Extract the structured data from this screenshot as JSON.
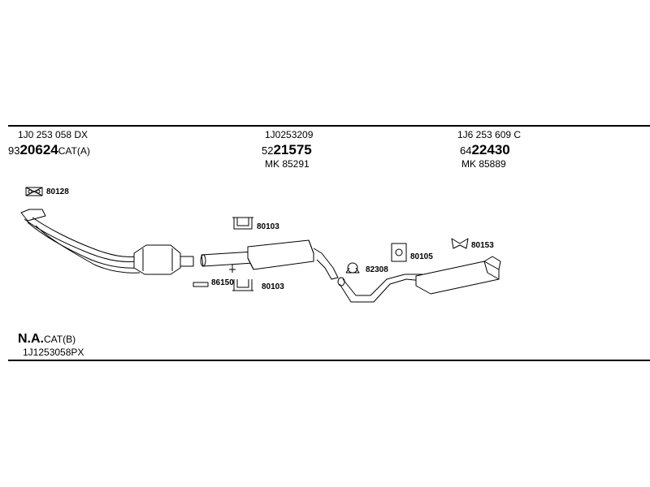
{
  "parts": {
    "left": {
      "part_no": "1J0 253 058 DX",
      "prefix": "93",
      "number": "20624",
      "suffix": "CAT(A)"
    },
    "mid": {
      "part_no": "1J0253209",
      "prefix": "52",
      "number": "21575",
      "mk": "MK  85291"
    },
    "right": {
      "part_no": "1J6 253 609 C",
      "prefix": "64",
      "number": "22430",
      "mk": "MK  85889"
    }
  },
  "callouts": {
    "c80128": "80128",
    "c80103a": "80103",
    "c86150": "86150",
    "c80103b": "80103",
    "c82308": "82308",
    "c80105": "80105",
    "c80153": "80153"
  },
  "footer": {
    "na": "N.A.",
    "cat": "CAT(B)",
    "part_no": "1J1253058PX"
  }
}
